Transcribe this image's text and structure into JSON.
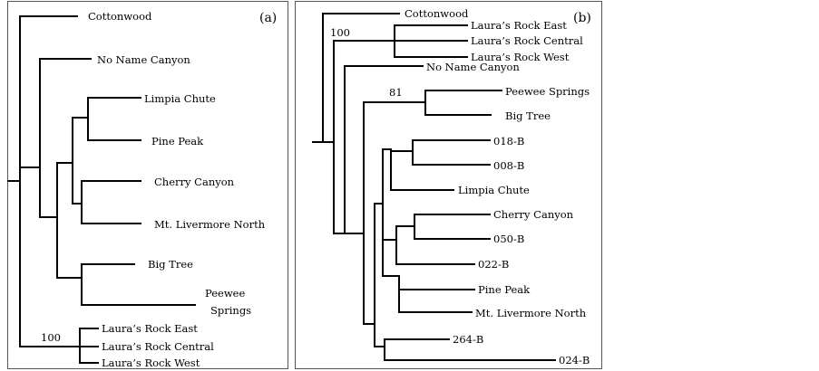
{
  "panel_a": {
    "label": "(a)",
    "bootstrap": "100",
    "leaves": {
      "cottonwood": "Cottonwood",
      "no_name": "No Name Canyon",
      "limpia": "Limpia Chute",
      "pine_peak": "Pine Peak",
      "cherry": "Cherry Canyon",
      "livermore": "Mt. Livermore North",
      "big_tree": "Big Tree",
      "peewee_1": "Peewee",
      "peewee_2": "Springs",
      "laura_east": "Laura’s Rock East",
      "laura_central": "Laura’s Rock Central",
      "laura_west": "Laura’s Rock West"
    }
  },
  "panel_b": {
    "label": "(b)",
    "bootstrap_1": "100",
    "bootstrap_2": "81",
    "leaves": {
      "cottonwood": "Cottonwood",
      "laura_east": "Laura’s Rock East",
      "laura_central": "Laura’s Rock Central",
      "laura_west": "Laura’s Rock West",
      "no_name": "No Name Canyon",
      "peewee": "Peewee Springs",
      "big_tree": "Big Tree",
      "b018": "018-B",
      "b008": "008-B",
      "limpia": "Limpia Chute",
      "cherry": "Cherry Canyon",
      "b050": "050-B",
      "b022": "022-B",
      "pine_peak": "Pine Peak",
      "livermore": "Mt. Livermore North",
      "b264": "264-B",
      "b024": "024-B"
    }
  }
}
